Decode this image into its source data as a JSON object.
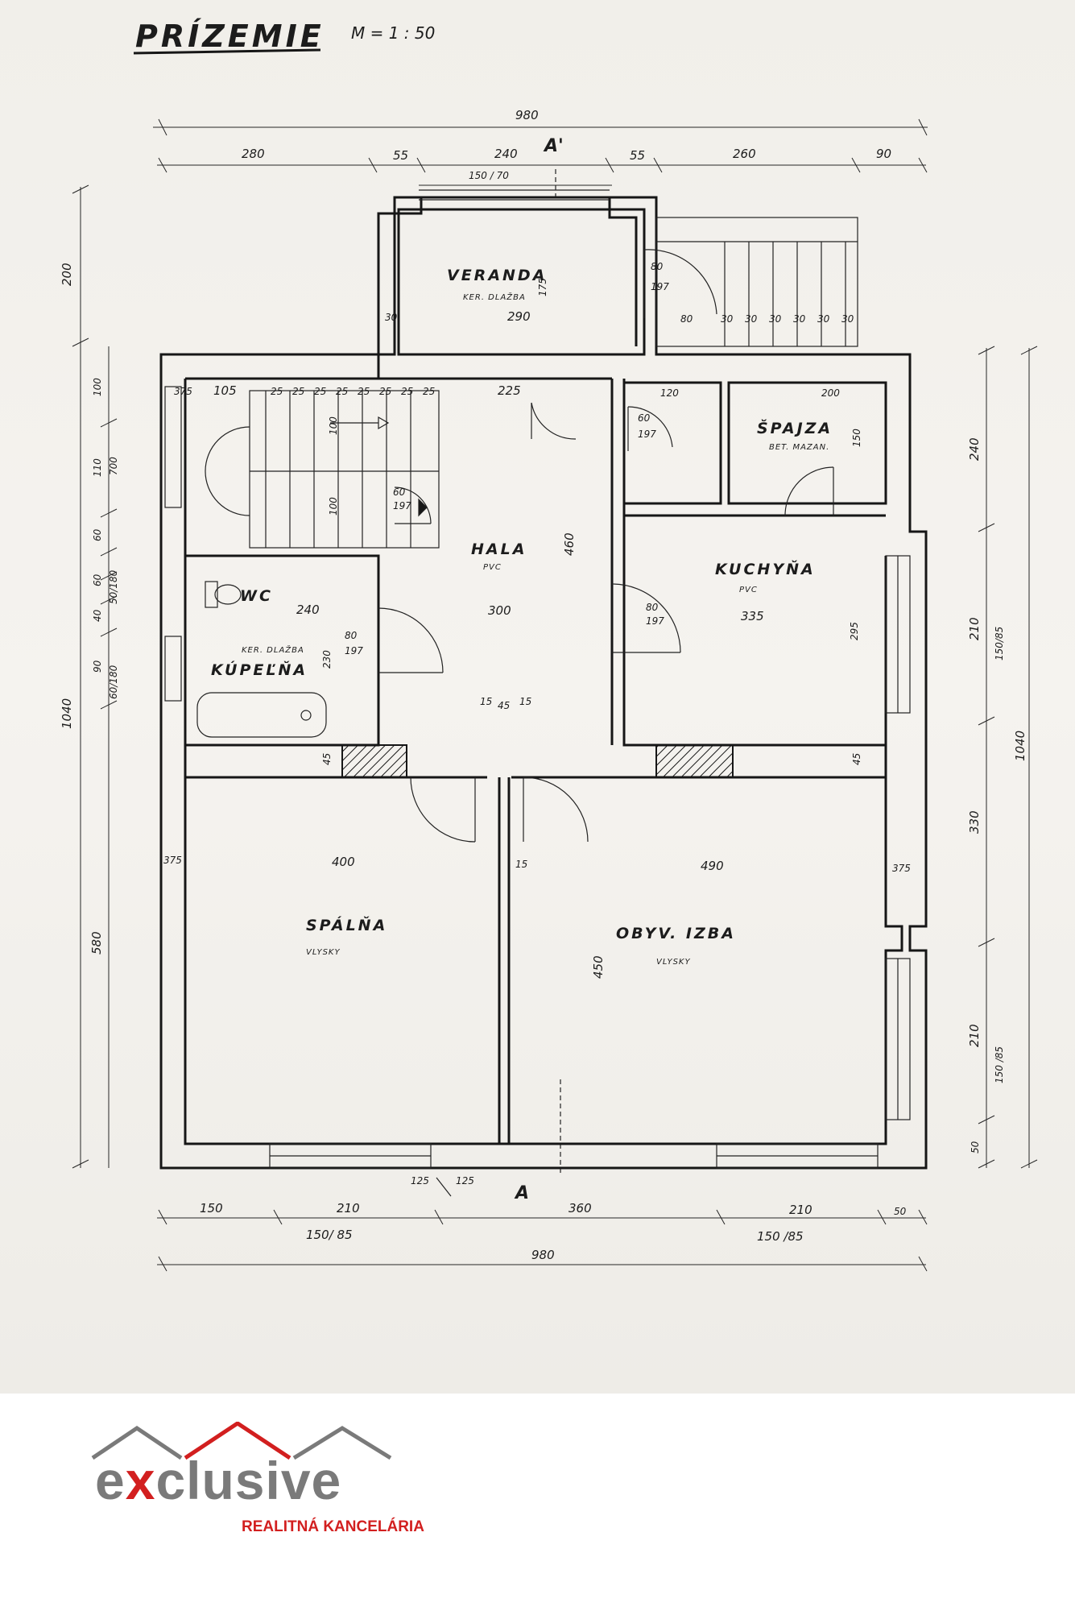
{
  "title": "PRÍZEMIE",
  "scale": "M = 1 : 50",
  "rooms": {
    "veranda": {
      "name": "VERANDA",
      "floor": "KER. DLAŽBA"
    },
    "spajza": {
      "name": "ŠPAJZA",
      "floor": "BET. MAZAN."
    },
    "hala": {
      "name": "HALA",
      "floor": "PVC"
    },
    "kuchyna": {
      "name": "KUCHYŇA",
      "floor": "PVC"
    },
    "wc": {
      "name": "WC"
    },
    "kupelna": {
      "name": "KÚPEĽŇA",
      "floor": "KER. DLAŽBA"
    },
    "spalna": {
      "name": "SPÁLŇA",
      "floor": "VLYSKY"
    },
    "obyvacka": {
      "name": "OBYV. IZBA",
      "floor": "VLYSKY"
    }
  },
  "section_marks": {
    "top": "A'",
    "bottom": "A"
  },
  "dims": {
    "top_total": "980",
    "top_segments": [
      "280",
      "55",
      "240",
      "55",
      "260",
      "90"
    ],
    "top_veranda_window": "150 / 70",
    "bottom_total": "980",
    "bottom_segments": [
      "150",
      "210",
      "360",
      "210",
      "50"
    ],
    "bottom_windows": [
      "150/ 85",
      "150 /85"
    ],
    "bottom_small": [
      "125",
      "125"
    ],
    "left_total": "1040",
    "left_segments": [
      "200",
      "580"
    ],
    "left_inner": [
      "100",
      "110",
      "60",
      "60",
      "40",
      "90"
    ],
    "left_inner2": [
      "700",
      "50/180",
      "60/180"
    ],
    "right_total": "1040",
    "right_segments": [
      "240",
      "210",
      "330",
      "210",
      "50"
    ],
    "right_windows": [
      "150/85",
      "150 /85"
    ],
    "veranda_w": "290",
    "veranda_h": "175",
    "veranda_door": [
      "80",
      "197"
    ],
    "veranda_wall": "30",
    "stair_steps": [
      "30",
      "30",
      "30",
      "30",
      "30",
      "30"
    ],
    "stair_w": "80",
    "hall_w": "300",
    "hall_h": "460",
    "kitchen_w": "335",
    "kitchen_h": "295",
    "spajza_w": "200",
    "spajza_h": "150",
    "closet_w": "120",
    "bath_w": "240",
    "bath_h": "230",
    "bed_w": "400",
    "living_w": "490",
    "living_h": "450",
    "wall_375": "375",
    "wall_15": "15",
    "wall_45": "45",
    "hall_stair": [
      "375",
      "105",
      "25",
      "25",
      "25",
      "25",
      "25",
      "25",
      "25",
      "25",
      "225"
    ],
    "stair_labels": [
      "100",
      "100"
    ],
    "door_60": [
      "60",
      "197"
    ],
    "door_80": [
      "80",
      "197"
    ],
    "mid_dims": [
      "15",
      "45",
      "15"
    ]
  },
  "logo": {
    "word_prefix": "e",
    "word_x": "x",
    "word_rest": "clusive",
    "tagline": "REALITNÁ KANCELÁRIA"
  },
  "colors": {
    "ink": "#161616",
    "paper": "#f3f1ed",
    "brand_red": "#d21f1f",
    "brand_grey": "#7a7a7a"
  }
}
